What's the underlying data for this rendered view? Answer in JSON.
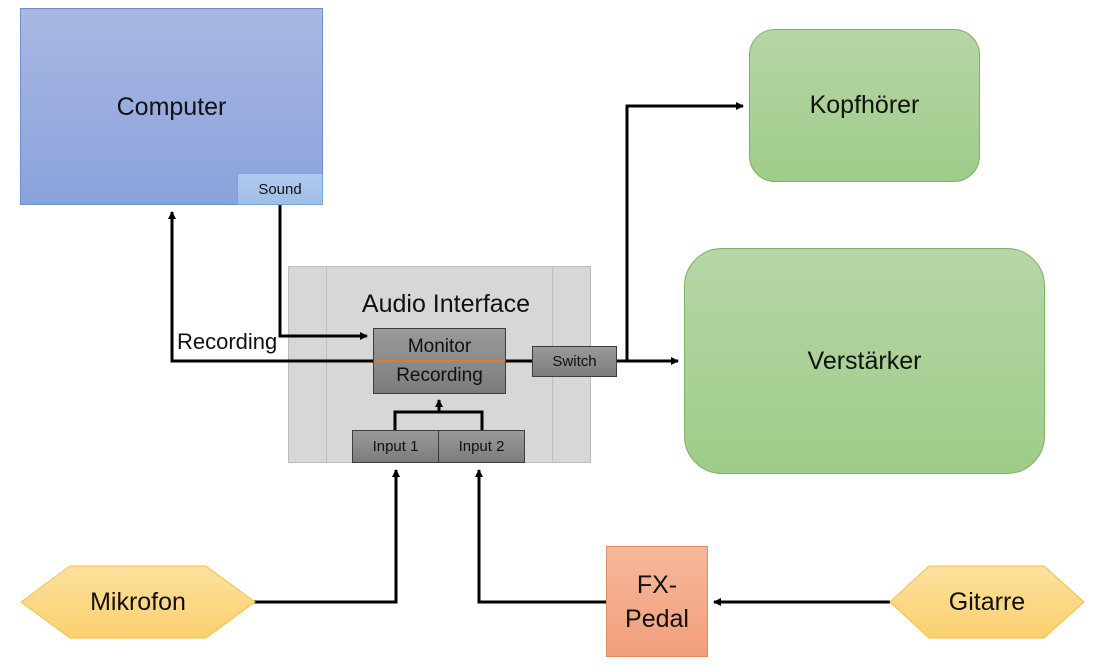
{
  "diagram": {
    "nodes": {
      "computer": "Computer",
      "sound": "Sound",
      "audio_interface": "Audio Interface",
      "monitor": "Monitor",
      "recording": "Recording",
      "switch": "Switch",
      "input1": "Input 1",
      "input2": "Input 2",
      "kopfhoerer": "Kopfhörer",
      "verstaerker": "Verstärker",
      "mikrofon": "Mikrofon",
      "fx_line1": "FX-",
      "fx_line2": "Pedal",
      "gitarre": "Gitarre"
    },
    "edge_labels": {
      "recording": "Recording"
    },
    "edges": [
      {
        "from": "Sound",
        "to": "Monitor"
      },
      {
        "from": "Monitor/Recording",
        "to": "Computer",
        "label": "Recording"
      },
      {
        "from": "Monitor/Recording",
        "to": "Switch"
      },
      {
        "from": "Switch",
        "to": "Kopfhörer"
      },
      {
        "from": "Switch",
        "to": "Verstärker"
      },
      {
        "from": "Input 1",
        "to": "Monitor/Recording"
      },
      {
        "from": "Input 2",
        "to": "Monitor/Recording"
      },
      {
        "from": "Mikrofon",
        "to": "Input 1"
      },
      {
        "from": "FX-Pedal",
        "to": "Input 2"
      },
      {
        "from": "Gitarre",
        "to": "FX-Pedal"
      }
    ],
    "colors": {
      "computer": "#98ade0",
      "interface": "#d7d7d7",
      "module": "#8a8a8a",
      "output": "#aad197",
      "source": "#fdd77f",
      "effect": "#f4ab8a",
      "divider": "#e07a2c"
    }
  }
}
